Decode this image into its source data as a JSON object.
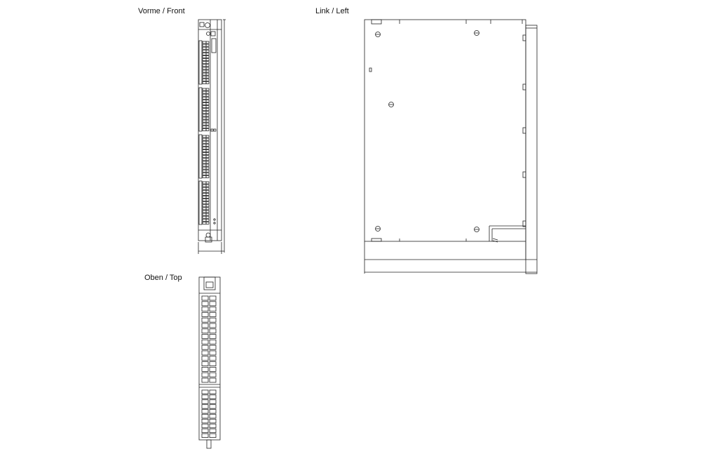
{
  "views": {
    "front": {
      "label": "Vorme / Front"
    },
    "left": {
      "label": "Link / Left"
    },
    "top": {
      "label": "Oben / Top"
    }
  },
  "colors": {
    "line": "#222222",
    "background": "#ffffff"
  },
  "structure": {
    "front_terminal_rows": 4,
    "front_terminal_blocks": 4,
    "top_terminal_columns": 2,
    "top_terminal_rows_upper": 16,
    "top_terminal_rows_lower": 10
  }
}
